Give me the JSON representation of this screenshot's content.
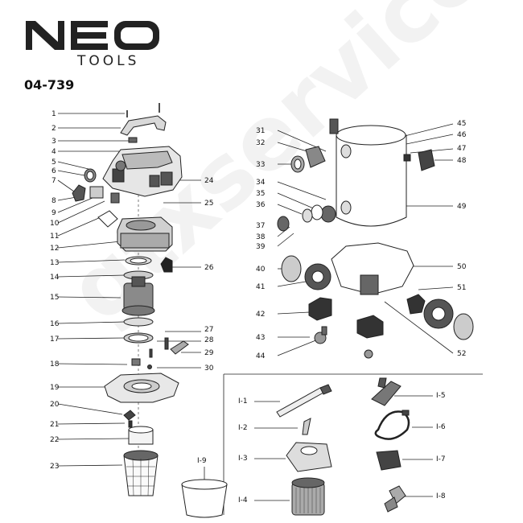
{
  "brand": {
    "name": "NEO",
    "sub": "TOOLS"
  },
  "model": "04-739",
  "watermark": "gtxservice.com",
  "left_labels": [
    "1",
    "2",
    "3",
    "4",
    "5",
    "6",
    "7",
    "8",
    "9",
    "10",
    "11",
    "12",
    "13",
    "14",
    "15",
    "16",
    "17",
    "18",
    "19",
    "20",
    "21",
    "22",
    "23"
  ],
  "right_labels_left": [
    "24",
    "25",
    "26",
    "27",
    "28",
    "29",
    "30"
  ],
  "tank_left_labels": [
    "31",
    "32",
    "33",
    "34",
    "35",
    "36",
    "37",
    "38",
    "39",
    "40",
    "41",
    "42",
    "43",
    "44"
  ],
  "tank_right_labels": [
    "45",
    "46",
    "47",
    "48",
    "49",
    "50",
    "51",
    "52"
  ],
  "accessory_labels": [
    "I-1",
    "I-2",
    "I-3",
    "I-4",
    "I-5",
    "I-6",
    "I-7",
    "I-8",
    "I-9"
  ]
}
